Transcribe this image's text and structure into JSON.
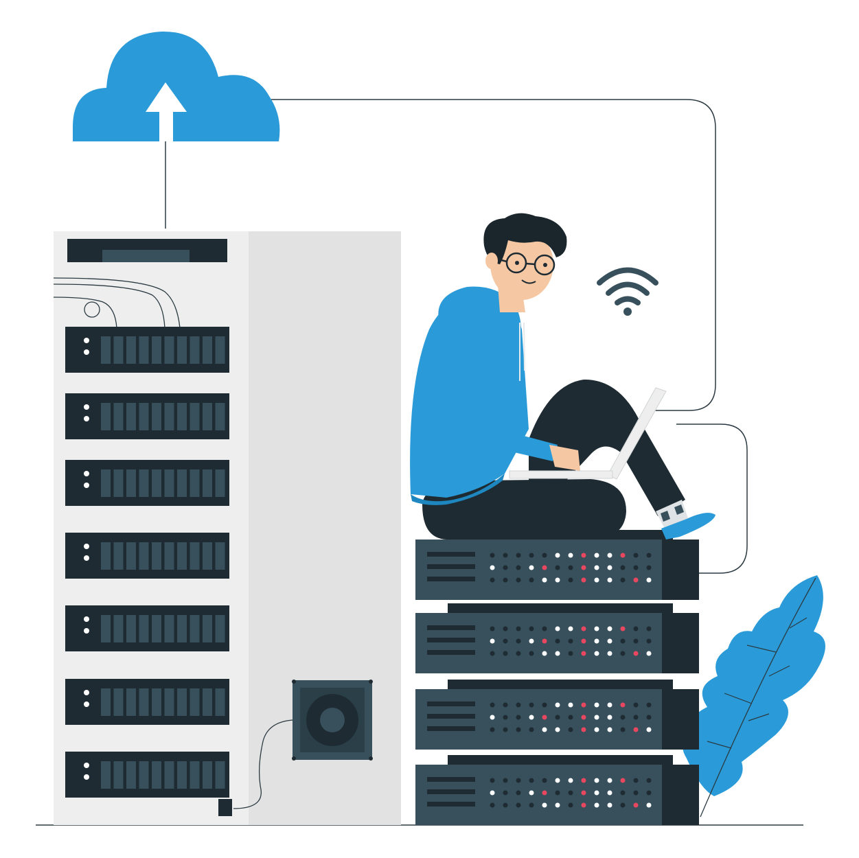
{
  "illustration": {
    "subject": "person-with-laptop-on-servers",
    "icons": [
      "cloud-upload-icon",
      "wifi-icon",
      "fan-icon",
      "leaf-icon"
    ]
  },
  "colors": {
    "background": "#ffffff",
    "accent_blue": "#2a9bd8",
    "dark_navy": "#1e2b33",
    "slate": "#37505c",
    "rack_light": "#eeeeee",
    "rack_shadow": "#e2e2e2",
    "line": "#2b3a42",
    "led_red": "#e9475f",
    "led_white": "#ffffff",
    "skin": "#f5c7a3",
    "hair": "#1b262c"
  },
  "rack": {
    "server_slots": 7,
    "server_units": 4
  }
}
